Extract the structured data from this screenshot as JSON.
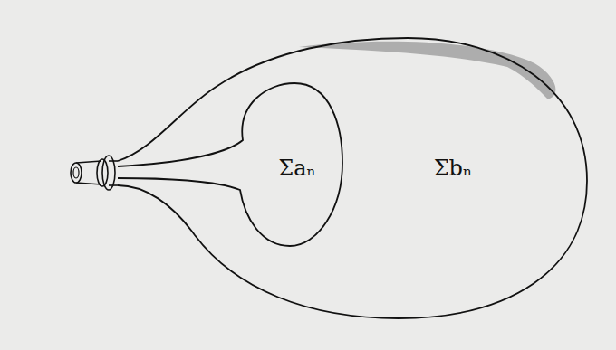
{
  "diagram": {
    "nodes": [
      {
        "text": [
          "Σbₙ"
        ]
      },
      {
        "text": [
          "Σaₙ"
        ],
        "in": 0
      }
    ]
  }
}
